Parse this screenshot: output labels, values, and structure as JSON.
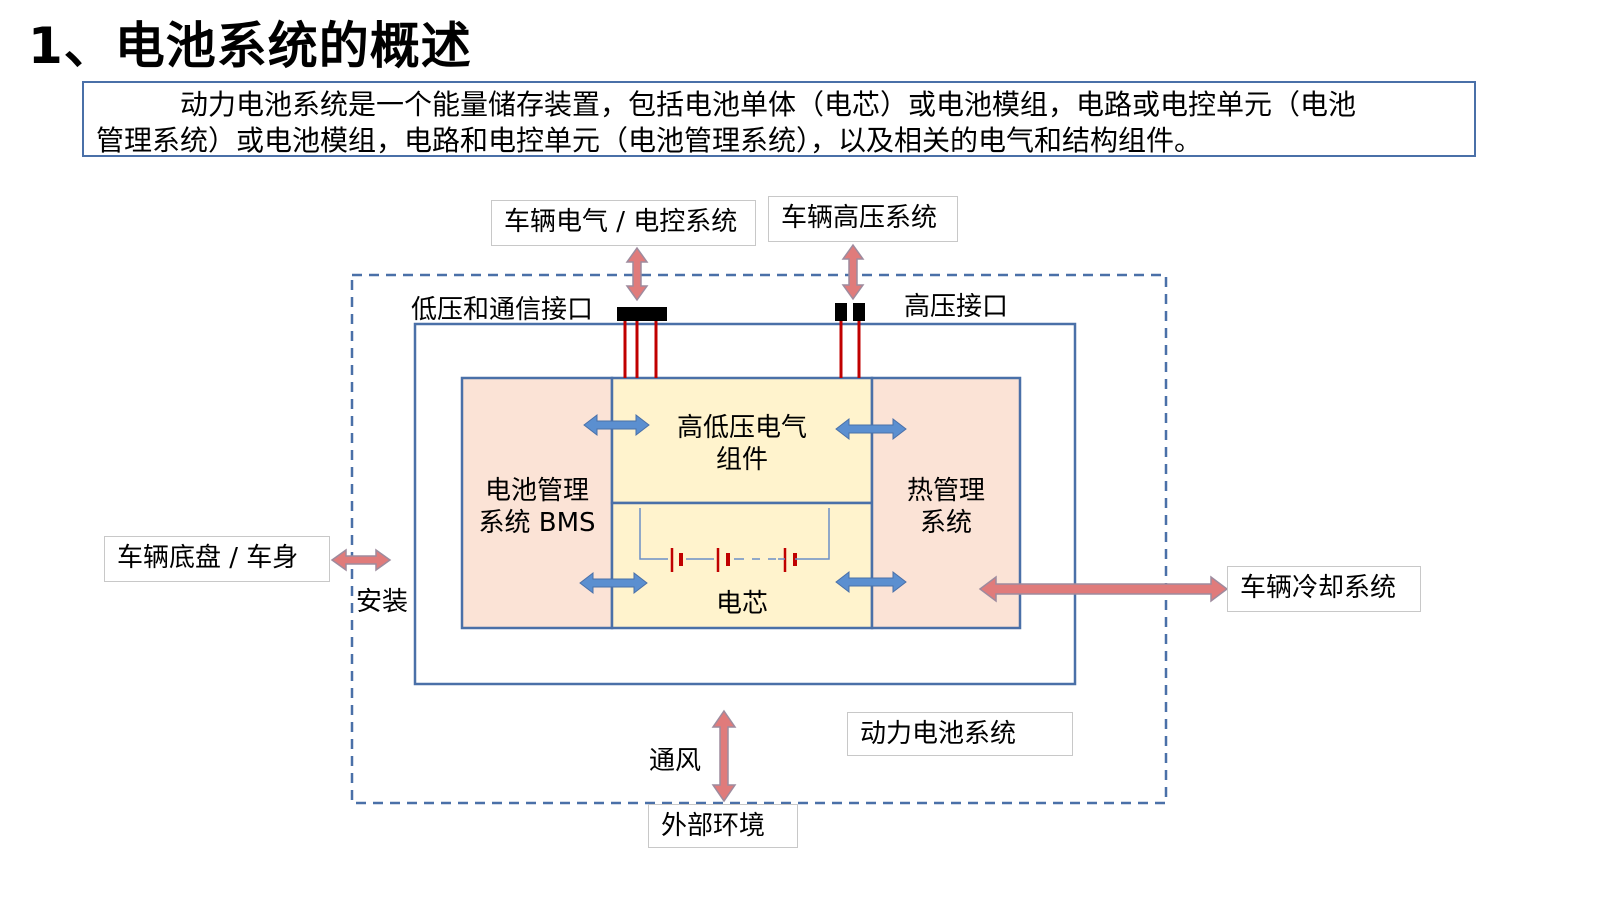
{
  "title": "1、电池系统的概述",
  "intro": {
    "line1": "动力电池系统是一个能量储存装置，包括电池单体（电芯）或电池模组，电路或电控单元（电池",
    "line2": "管理系统）或电池模组，电路和电控单元（电池管理系统），以及相关的电气和结构组件。"
  },
  "external": {
    "vehicle_electrical": "车辆电气 / 电控系统",
    "vehicle_high_voltage": "车辆高压系统",
    "vehicle_chassis": "车辆底盘 / 车身",
    "vehicle_cooling": "车辆冷却系统",
    "external_env": "外部环境"
  },
  "interfaces": {
    "low_voltage_comm": "低压和通信接口",
    "high_voltage": "高压接口",
    "mounting": "安装",
    "ventilation": "通风"
  },
  "modules": {
    "bms_line1": "电池管理",
    "bms_line2": "系统 BMS",
    "hv_lv_line1": "高低压电气",
    "hv_lv_line2": "组件",
    "cell": "电芯",
    "thermal_line1": "热管理",
    "thermal_line2": "系统"
  },
  "system_label": "动力电池系统",
  "colors": {
    "dashed_border": "#4a70a8",
    "box_border": "#4a70a8",
    "side_fill": "#fbe3d6",
    "center_fill": "#fff3cd",
    "red_arrow_fill": "#e07b7b",
    "red_arrow_stroke": "#9e8b9e",
    "blue_arrow_fill": "#5b8fd0",
    "wire_red": "#c00000",
    "cell_red": "#c00000"
  }
}
